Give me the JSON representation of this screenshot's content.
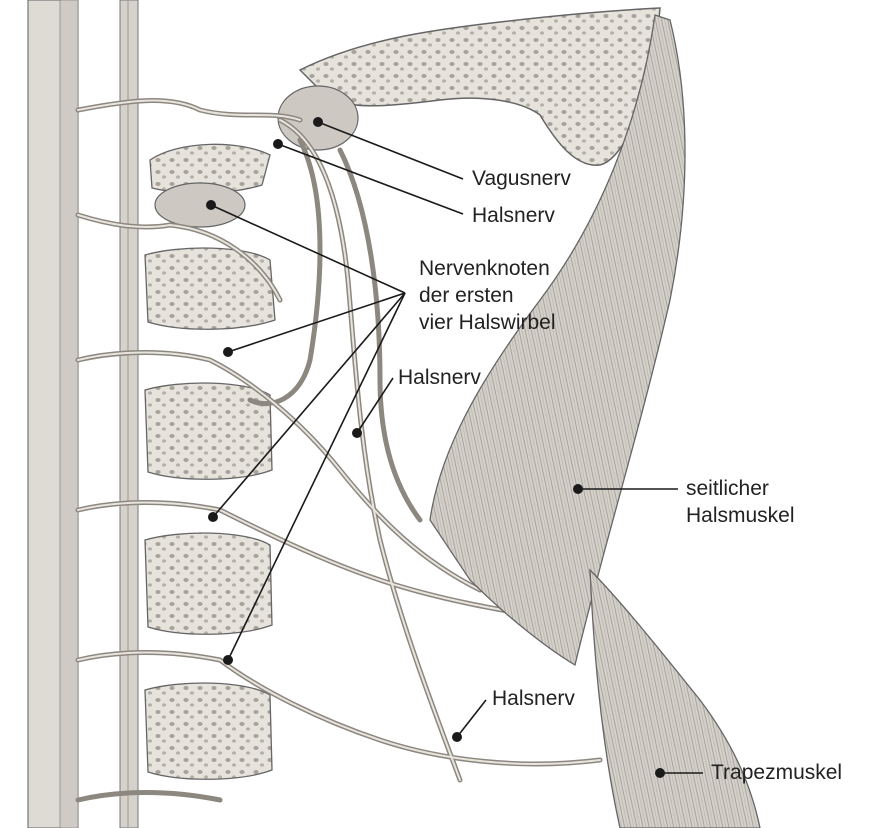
{
  "labels": {
    "vagusnerv": "Vagusnerv",
    "halsnerv_1": "Halsnerv",
    "nervenknoten_line1": "Nervenknoten",
    "nervenknoten_line2": "der ersten",
    "nervenknoten_line3": "vier Halswirbel",
    "halsnerv_2": "Halsnerv",
    "seitlicher_line1": "seitlicher",
    "seitlicher_line2": "Halsmuskel",
    "halsnerv_3": "Halsnerv",
    "trapezmuskel": "Trapezmuskel"
  },
  "colors": {
    "leader_line": "#1a1a1a",
    "bone": "#d9d5cf",
    "nerve": "#c9c5bf",
    "muscle": "#bdb8b1",
    "outline": "#555555"
  }
}
